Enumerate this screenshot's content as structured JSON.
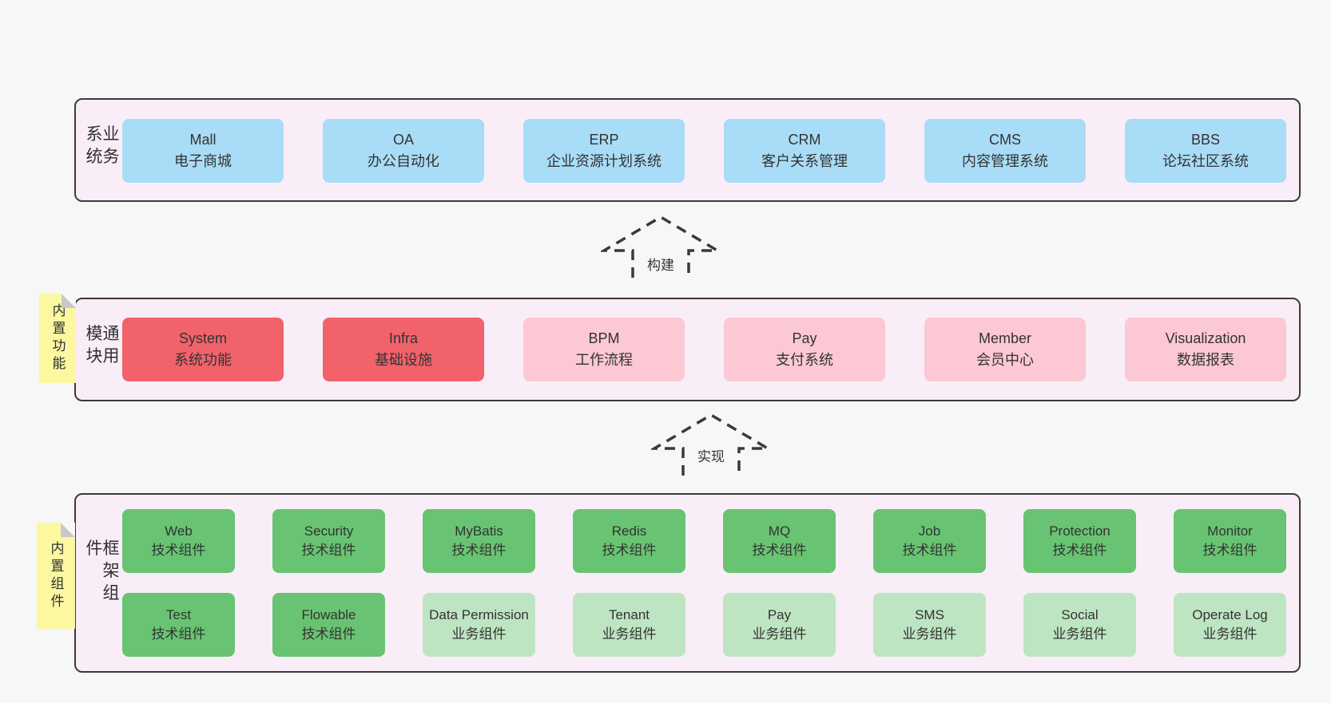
{
  "page": {
    "background": "#f7f7f7"
  },
  "colors": {
    "container_fill": "#f9eef8",
    "container_border": "#3b3b3b",
    "business_box": "#a9dcf6",
    "core_module_box": "#f2626b",
    "optional_module_box": "#fcc8d3",
    "tech_component_box": "#68c472",
    "biz_component_box": "#bee5c2",
    "sticky_note": "#fbf8a0",
    "text": "#333333"
  },
  "sections": {
    "business": {
      "label": "业务系统",
      "boxes": [
        {
          "title": "Mall",
          "subtitle": "电子商城"
        },
        {
          "title": "OA",
          "subtitle": "办公自动化"
        },
        {
          "title": "ERP",
          "subtitle": "企业资源计划系统"
        },
        {
          "title": "CRM",
          "subtitle": "客户关系管理"
        },
        {
          "title": "CMS",
          "subtitle": "内容管理系统"
        },
        {
          "title": "BBS",
          "subtitle": "论坛社区系统"
        }
      ]
    },
    "common": {
      "label": "通用模块",
      "sticky": "内置功能",
      "boxes": [
        {
          "title": "System",
          "subtitle": "系统功能"
        },
        {
          "title": "Infra",
          "subtitle": "基础设施"
        },
        {
          "title": "BPM",
          "subtitle": "工作流程"
        },
        {
          "title": "Pay",
          "subtitle": "支付系统"
        },
        {
          "title": "Member",
          "subtitle": "会员中心"
        },
        {
          "title": "Visualization",
          "subtitle": "数据报表"
        }
      ]
    },
    "framework": {
      "label": "框架组件",
      "sticky": "内置组件",
      "row1": [
        {
          "title": "Web",
          "subtitle": "技术组件"
        },
        {
          "title": "Security",
          "subtitle": "技术组件"
        },
        {
          "title": "MyBatis",
          "subtitle": "技术组件"
        },
        {
          "title": "Redis",
          "subtitle": "技术组件"
        },
        {
          "title": "MQ",
          "subtitle": "技术组件"
        },
        {
          "title": "Job",
          "subtitle": "技术组件"
        },
        {
          "title": "Protection",
          "subtitle": "技术组件"
        },
        {
          "title": "Monitor",
          "subtitle": "技术组件"
        }
      ],
      "row2": [
        {
          "title": "Test",
          "subtitle": "技术组件"
        },
        {
          "title": "Flowable",
          "subtitle": "技术组件"
        },
        {
          "title": "Data Permission",
          "subtitle": "业务组件"
        },
        {
          "title": "Tenant",
          "subtitle": "业务组件"
        },
        {
          "title": "Pay",
          "subtitle": "业务组件"
        },
        {
          "title": "SMS",
          "subtitle": "业务组件"
        },
        {
          "title": "Social",
          "subtitle": "业务组件"
        },
        {
          "title": "Operate Log",
          "subtitle": "业务组件"
        }
      ]
    }
  },
  "arrows": {
    "build": "构建",
    "implement": "实现"
  }
}
